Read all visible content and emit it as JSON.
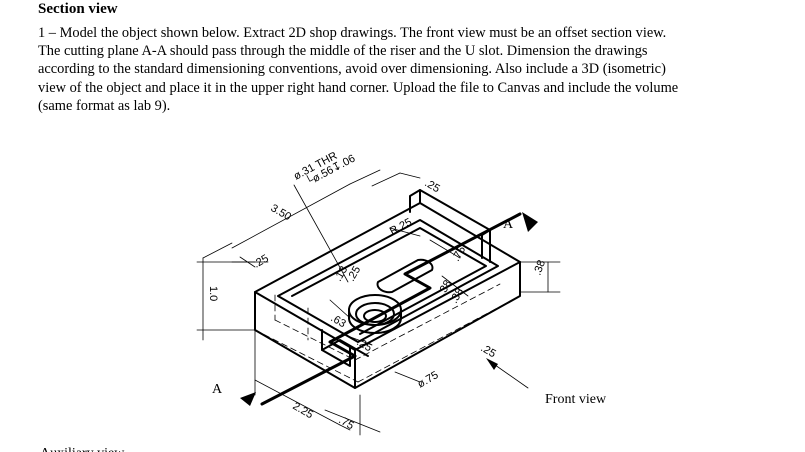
{
  "section_title": "Section view",
  "instructions": [
    "1 – Model the object shown below. Extract 2D shop drawings. The front view must be an offset section view.",
    "The cutting plane A-A should pass through the middle of the riser and the U slot. Dimension the drawings",
    "according to the standard dimensioning conventions, avoid over dimensioning. Also include a 3D (isometric)",
    "view of the object and place it in the upper right hand corner. Upload the file to Canvas and include the volume",
    "(same format as lab 9)."
  ],
  "figure": {
    "cut_label_top": "A",
    "cut_label_bottom": "A",
    "front_view_label": "Front view",
    "dims": {
      "hole_note_1": "ø.31 THR",
      "hole_note_2": "└ø.56↧.06",
      "d_3_50": "3.50",
      "d_25_top": ".25",
      "d_r25": "R.25",
      "d_75_slot": ".75",
      "d_25_left": ".25",
      "d_1_0": "1.0",
      "d_25_mid": ".25",
      "d_13": ".13",
      "d_38_a": ".38",
      "d_38_b": ".38",
      "d_38_right": ".38",
      "d_63": ".63",
      "d_25_low": ".25",
      "d_dia_75": "ø.75",
      "d_2_25": "2.25",
      "d_75_bottom": ".75",
      "d_25_right": ".25"
    }
  },
  "next_line_text": "Auxiliary view"
}
